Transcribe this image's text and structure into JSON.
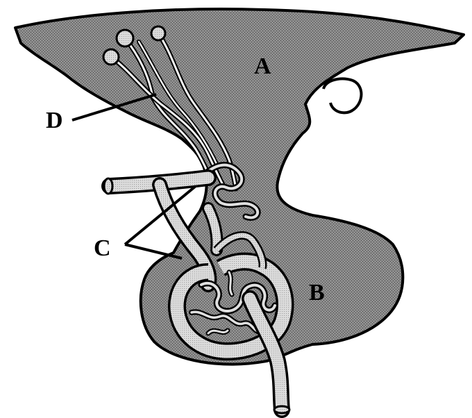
{
  "diagram": {
    "labels": {
      "a": "A",
      "b": "B",
      "c": "C",
      "d": "D"
    },
    "colors": {
      "tissue": "#6f6f6f",
      "vessel": "#d4d4d4",
      "outline": "#000000",
      "background": "#ffffff"
    }
  }
}
